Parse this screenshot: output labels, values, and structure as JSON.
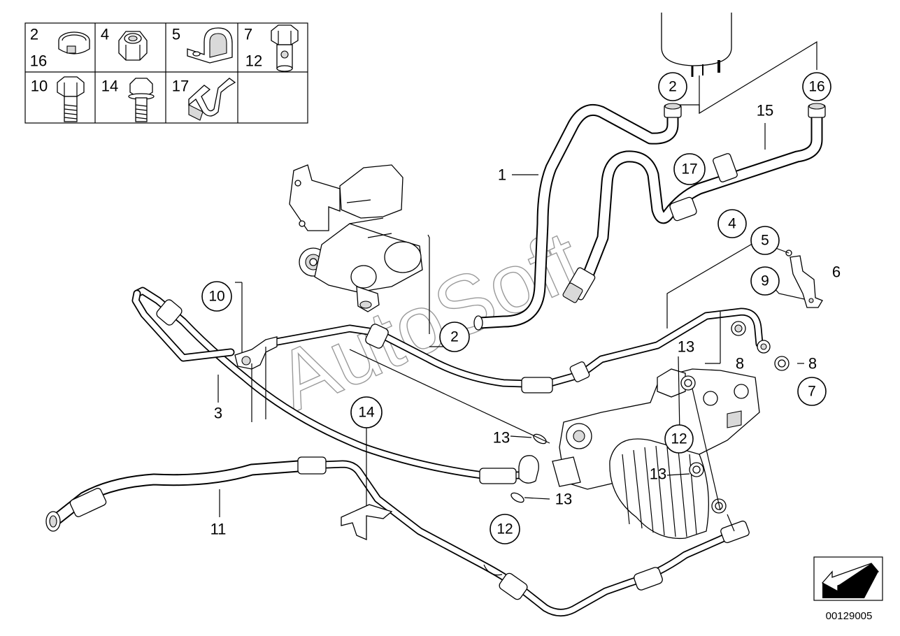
{
  "legend": {
    "cells": [
      {
        "labels": [
          "2",
          "16"
        ],
        "icon": "hose-clamp-icon"
      },
      {
        "labels": [
          "4"
        ],
        "icon": "hex-nut-icon"
      },
      {
        "labels": [
          "5"
        ],
        "icon": "cable-clip-icon"
      },
      {
        "labels": [
          "7",
          "12"
        ],
        "icon": "banjo-bolt-icon"
      },
      {
        "labels": [
          "10"
        ],
        "icon": "hex-bolt-icon"
      },
      {
        "labels": [
          "14"
        ],
        "icon": "flange-bolt-icon"
      },
      {
        "labels": [
          "17"
        ],
        "icon": "hose-holder-icon"
      }
    ]
  },
  "callouts": {
    "c2_top": "2",
    "c16": "16",
    "c17": "17",
    "c4": "4",
    "c5": "5",
    "c9": "9",
    "c10": "10",
    "c2_mid": "2",
    "c7": "7",
    "c12_right": "12",
    "c14": "14",
    "c12_bottom": "12"
  },
  "labels": {
    "l1": "1",
    "l15": "15",
    "l6": "6",
    "l3": "3",
    "l11": "11",
    "l13_a": "13",
    "l8_a": "8",
    "l8_b": "8",
    "l13_b": "13",
    "l13_c": "13",
    "l13_d": "13"
  },
  "watermark": "AutoSoft",
  "document_number": "00129005"
}
